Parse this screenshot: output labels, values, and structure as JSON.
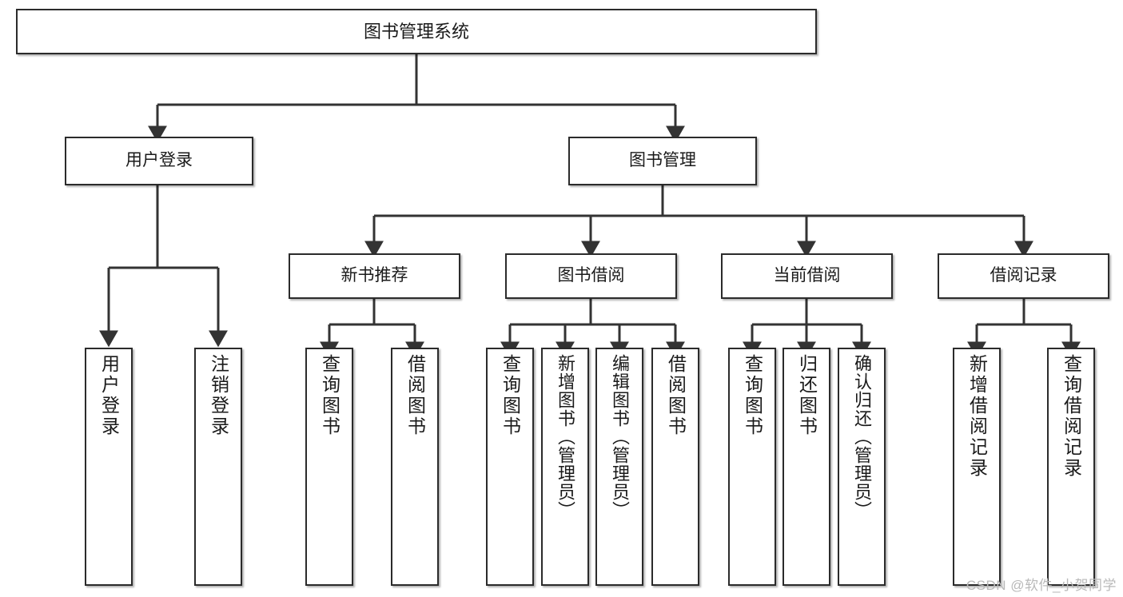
{
  "diagram": {
    "type": "tree-hierarchy",
    "title": "图书管理系统",
    "watermark": "CSDN @软件_小贺同学",
    "colors": {
      "box_border": "#2b2b2b",
      "box_fill": "#ffffff",
      "connector": "#333333",
      "text": "#1a1a1a",
      "watermark": "#b9b9b9"
    },
    "levels": {
      "root": {
        "label": "图书管理系统"
      },
      "level2": [
        {
          "label": "用户登录"
        },
        {
          "label": "图书管理"
        }
      ],
      "level3": [
        {
          "label": "新书推荐"
        },
        {
          "label": "图书借阅"
        },
        {
          "label": "当前借阅"
        },
        {
          "label": "借阅记录"
        }
      ],
      "leaves": {
        "user_login": [
          {
            "label": "用户登录"
          },
          {
            "label": "注销登录"
          }
        ],
        "new_book": [
          {
            "label": "查询图书"
          },
          {
            "label": "借阅图书"
          }
        ],
        "borrow": [
          {
            "label": "查询图书"
          },
          {
            "label": "新增图书（管理员）"
          },
          {
            "label": "编辑图书（管理员）"
          },
          {
            "label": "借阅图书"
          }
        ],
        "current": [
          {
            "label": "查询图书"
          },
          {
            "label": "归还图书"
          },
          {
            "label": "确认归还（管理员）"
          }
        ],
        "records": [
          {
            "label": "新增借阅记录"
          },
          {
            "label": "查询借阅记录"
          }
        ]
      }
    }
  }
}
